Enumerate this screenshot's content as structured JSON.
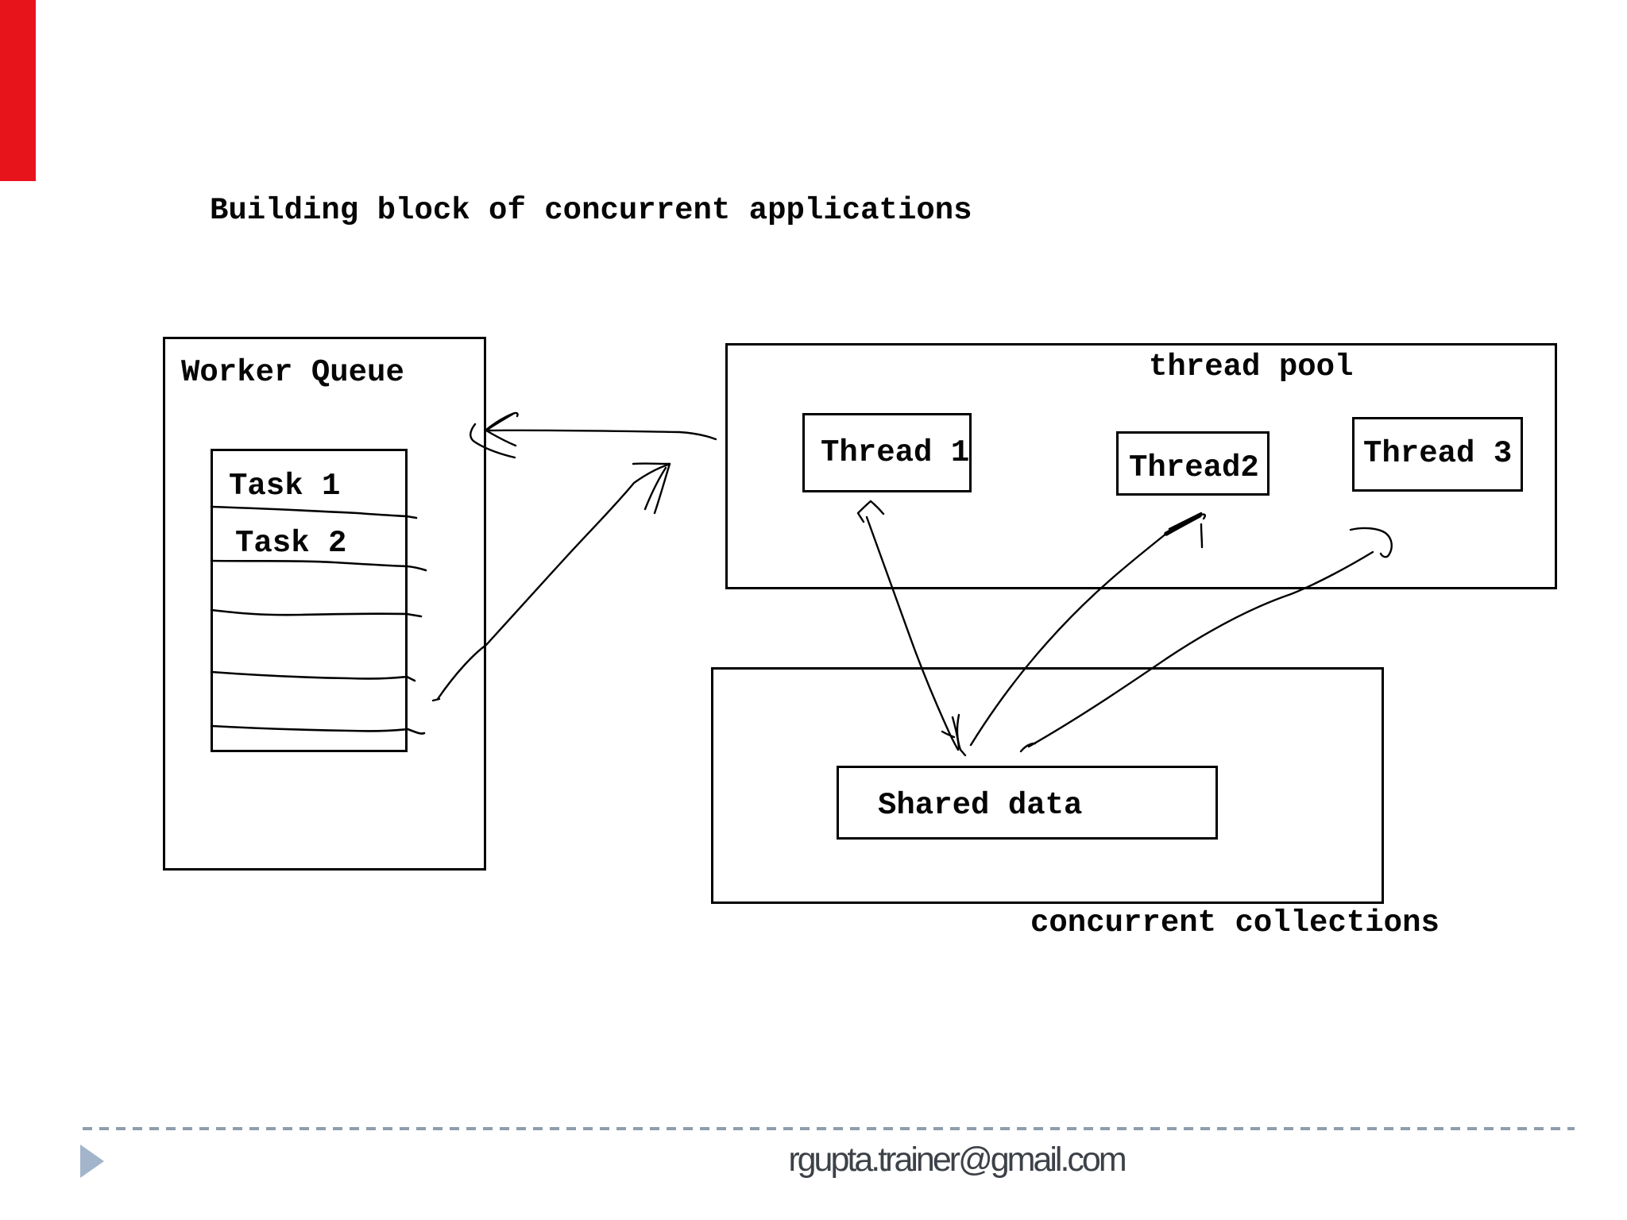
{
  "slide": {
    "title": "Building block of concurrent applications",
    "footer": {
      "email": "rgupta.trainer@gmail.com"
    }
  },
  "worker_queue": {
    "label": "Worker Queue",
    "tasks": [
      "Task 1",
      "Task 2"
    ],
    "empty_rows": 4
  },
  "thread_pool": {
    "label": "thread pool",
    "threads": [
      "Thread 1",
      "Thread2",
      "Thread 3"
    ]
  },
  "concurrent_collections": {
    "label": "concurrent collections",
    "shared_data": "Shared data"
  },
  "colors": {
    "accent_bar": "#e8141c",
    "ink": "#000000",
    "dashed_line": "#8f9dac",
    "triangle_bullet": "#a3b5ca",
    "email_text": "#3d4148"
  }
}
